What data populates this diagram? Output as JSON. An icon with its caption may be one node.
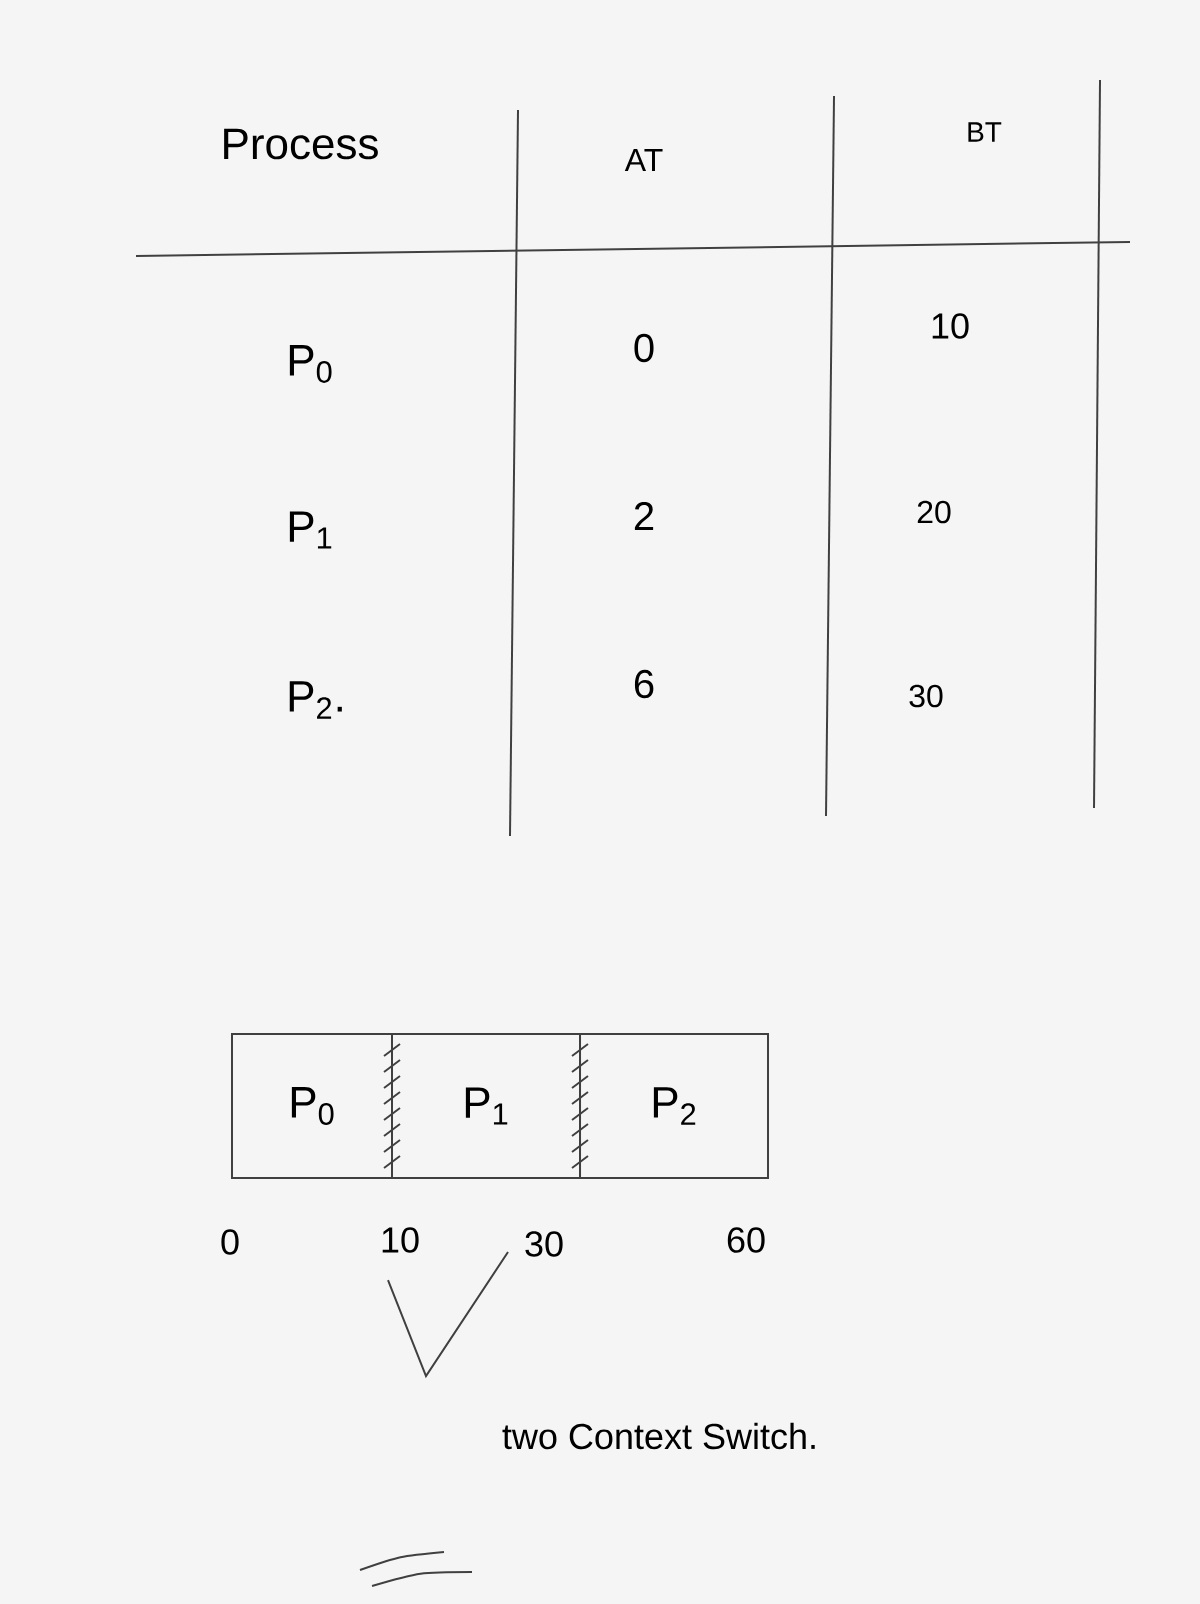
{
  "diagram": {
    "nodes": [
      {
        "text": [
          "P$_{0}$"
        ]
      },
      {
        "text": [
          "P$_{1}$"
        ]
      },
      {
        "text": [
          "P$_{2}$"
        ]
      }
    ],
    "edges": [],
    "labels": [
      "Process",
      "AT",
      "BT",
      "P$_{0}$",
      "0",
      "10",
      "P$_{1}$",
      "2",
      "20",
      "P$_{2}$.",
      "6",
      "30",
      "0",
      "10",
      "30",
      "60",
      "two Context Switch."
    ]
  }
}
